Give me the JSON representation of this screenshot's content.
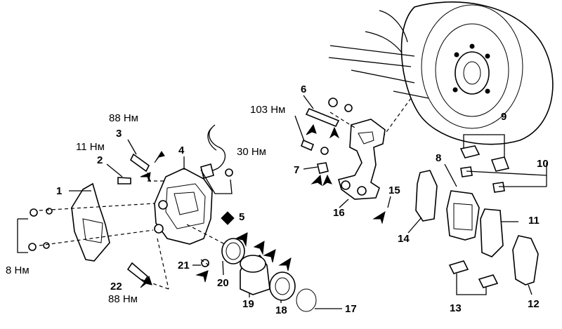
{
  "callouts": {
    "n1": "1",
    "n2": "2",
    "n3": "3",
    "n4": "4",
    "n5": "5",
    "n6": "6",
    "n7": "7",
    "n8": "8",
    "n9": "9",
    "n10": "10",
    "n11": "11",
    "n12": "12",
    "n13": "13",
    "n14": "14",
    "n15": "15",
    "n16": "16",
    "n17": "17",
    "n18": "18",
    "n19": "19",
    "n20": "20",
    "n21": "21",
    "n22": "22"
  },
  "torques": {
    "t88_top": "88 Нм",
    "t11": "11 Нм",
    "t30": "30 Нм",
    "t103": "103 Нм",
    "t8": "8 Нм",
    "t88_bottom": "88 Нм"
  }
}
